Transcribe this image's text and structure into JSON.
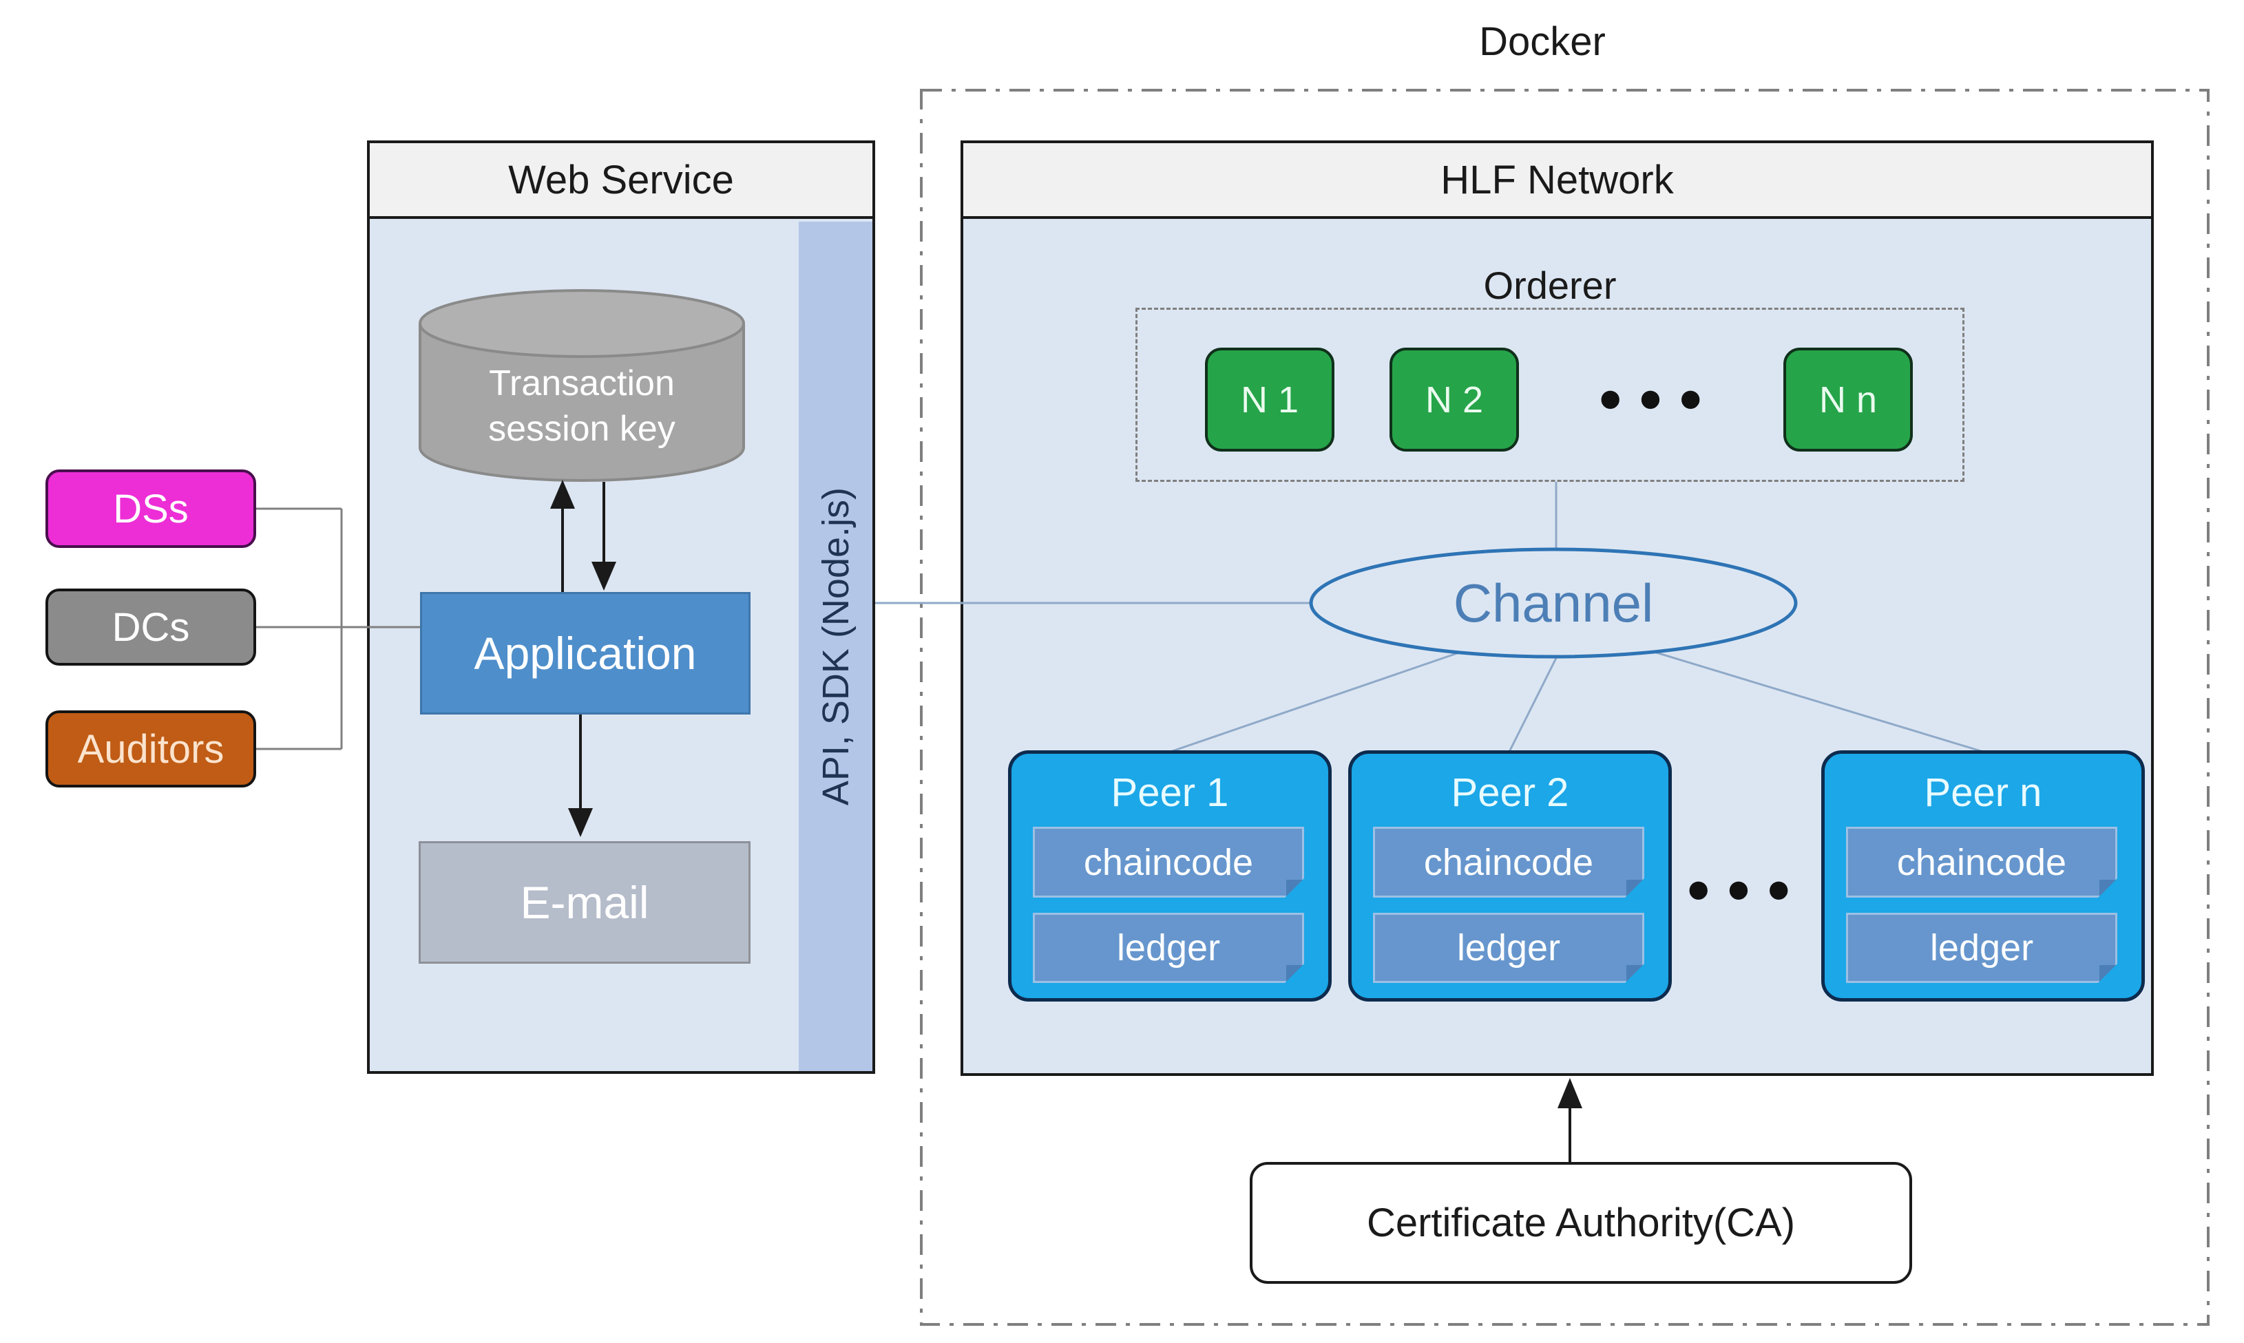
{
  "docker_label": "Docker",
  "actors": {
    "ds": "DSs",
    "dc": "DCs",
    "auditors": "Auditors"
  },
  "web_service": {
    "title": "Web Service",
    "datastore_line1": "Transaction",
    "datastore_line2": "session key",
    "application": "Application",
    "email": "E-mail",
    "api_strip": "API, SDK (Node.js)"
  },
  "hlf": {
    "title": "HLF Network",
    "orderer_label": "Orderer",
    "orderer_nodes": {
      "n1": "N 1",
      "n2": "N 2",
      "nn": "N n"
    },
    "orderer_ellipsis": "•••",
    "channel_label": "Channel",
    "peers": [
      {
        "name": "Peer 1",
        "chaincode": "chaincode",
        "ledger": "ledger"
      },
      {
        "name": "Peer 2",
        "chaincode": "chaincode",
        "ledger": "ledger"
      },
      {
        "name": "Peer n",
        "chaincode": "chaincode",
        "ledger": "ledger"
      }
    ],
    "peer_ellipsis": "•••",
    "ca_label": "Certificate Authority(CA)"
  },
  "colors": {
    "panel-body": "#dce6f2",
    "header-bg": "#f1f1f2",
    "border-dark": "#1a1a1a",
    "api-strip-bg": "#b4c6e7",
    "api-strip-text": "#1f3352",
    "application-fill": "#4e8ecb",
    "email-fill": "#b5bcca",
    "cylinder-fill": "#a6a6a6",
    "cylinder-stroke": "#8a8a8a",
    "ds-fill": "#ed2ed6",
    "dc-fill": "#8b8b8b",
    "auditor-fill": "#c05c15",
    "auditor-text": "#fbe3cd",
    "orderer-node-fill": "#26a449",
    "orderer-node-border": "#10301b",
    "peer-fill": "#1ba7e8",
    "peer-border": "#0d2b4e",
    "peer-subbox-fill": "#6696cd",
    "channel-stroke": "#2e74b5",
    "channel-text": "#4d7fb6",
    "line-light": "#8fa9c8",
    "line-gray": "#808080",
    "dash-border": "#7f7f7f"
  }
}
